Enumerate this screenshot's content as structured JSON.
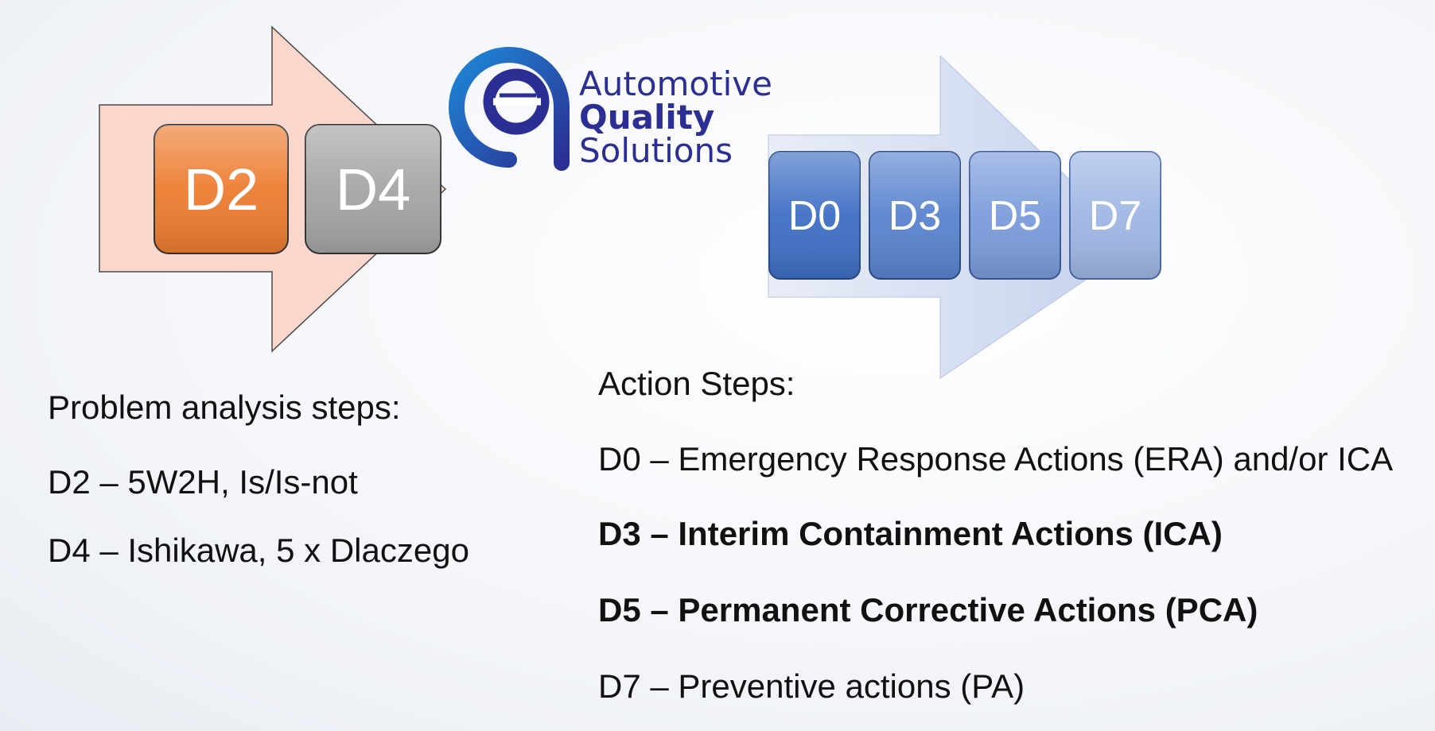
{
  "logo": {
    "line1": "Automotive",
    "line2": "Quality",
    "line3": "Solutions"
  },
  "left_group": {
    "boxes": [
      {
        "label": "D2",
        "color": "#ed7d31"
      },
      {
        "label": "D4",
        "color": "#a5a5a5"
      }
    ],
    "heading": "Problem analysis steps:",
    "items": [
      "D2 – 5W2H, Is/Is-not",
      "D4 – Ishikawa, 5 x Dlaczego"
    ]
  },
  "right_group": {
    "boxes": [
      {
        "label": "D0",
        "color": "#3f6fc5"
      },
      {
        "label": "D3",
        "color": "#5a83cf"
      },
      {
        "label": "D5",
        "color": "#7b9cdb"
      },
      {
        "label": "D7",
        "color": "#9fb6e4"
      }
    ],
    "heading": "Action Steps:",
    "items": [
      {
        "text": "D0 – Emergency Response Actions (ERA) and/or ICA",
        "bold": false
      },
      {
        "text": "D3 – Interim Containment Actions (ICA)",
        "bold": true
      },
      {
        "text": "D5 – Permanent Corrective Actions (PCA)",
        "bold": true
      },
      {
        "text": "D7 – Preventive actions (PA)",
        "bold": false
      }
    ]
  },
  "colors": {
    "left_arrow": "#fad7cc",
    "right_arrow": "#d5ddf3",
    "logo_blue": "#2b2f93",
    "logo_light_blue": "#1e88d6"
  }
}
